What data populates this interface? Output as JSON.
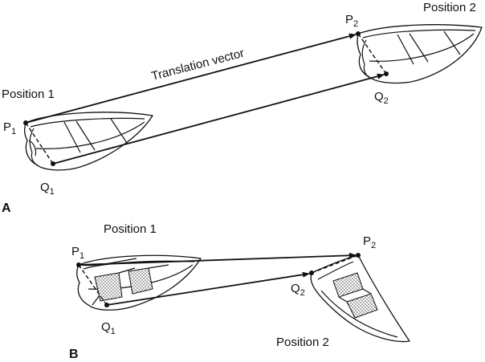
{
  "panel_a": {
    "letter": "A",
    "position_1": "Position 1",
    "position_2": "Position 2",
    "vector_label": "Translation vector",
    "p1": {
      "main": "P",
      "sub": "1"
    },
    "q1": {
      "main": "Q",
      "sub": "1"
    },
    "p2": {
      "main": "P",
      "sub": "2"
    },
    "q2": {
      "main": "Q",
      "sub": "2"
    }
  },
  "panel_b": {
    "letter": "B",
    "position_1": "Position 1",
    "position_2": "Position 2",
    "p1": {
      "main": "P",
      "sub": "1"
    },
    "q1": {
      "main": "Q",
      "sub": "1"
    },
    "p2": {
      "main": "P",
      "sub": "2"
    },
    "q2": {
      "main": "Q",
      "sub": "2"
    }
  }
}
